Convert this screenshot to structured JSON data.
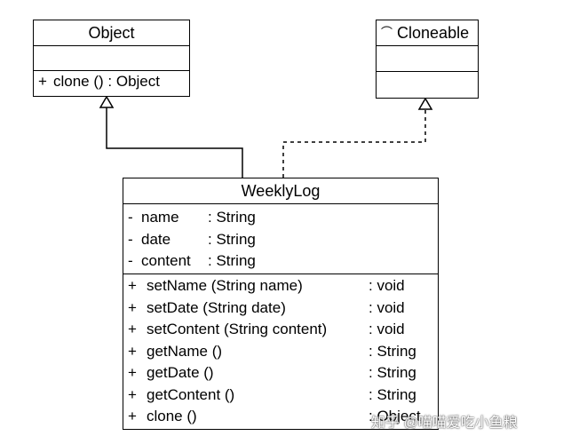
{
  "classes": {
    "object": {
      "name": "Object",
      "methods": [
        {
          "visibility": "+",
          "text": "clone () : Object"
        }
      ]
    },
    "cloneable": {
      "stereotype_glyph": "⌒",
      "name": "Cloneable"
    },
    "weeklylog": {
      "name": "WeeklyLog",
      "attributes": [
        {
          "visibility": "-",
          "name": "name",
          "type": ": String"
        },
        {
          "visibility": "-",
          "name": "date",
          "type": ": String"
        },
        {
          "visibility": "-",
          "name": "content",
          "type": ": String"
        }
      ],
      "methods": [
        {
          "visibility": "+",
          "name": "setName (String name)",
          "type": ": void"
        },
        {
          "visibility": "+",
          "name": "setDate (String date)",
          "type": ": void"
        },
        {
          "visibility": "+",
          "name": "setContent (String content)",
          "type": ": void"
        },
        {
          "visibility": "+",
          "name": "getName ()",
          "type": ": String"
        },
        {
          "visibility": "+",
          "name": "getDate ()",
          "type": ": String"
        },
        {
          "visibility": "+",
          "name": "getContent ()",
          "type": ": String"
        },
        {
          "visibility": "+",
          "name": "clone ()",
          "type": ": Object"
        }
      ]
    }
  },
  "relations": [
    {
      "from": "WeeklyLog",
      "to": "Object",
      "kind": "generalization",
      "line": "solid"
    },
    {
      "from": "WeeklyLog",
      "to": "Cloneable",
      "kind": "realization",
      "line": "dashed"
    }
  ],
  "watermark": "知乎 @喵喵爱吃小鱼粮"
}
